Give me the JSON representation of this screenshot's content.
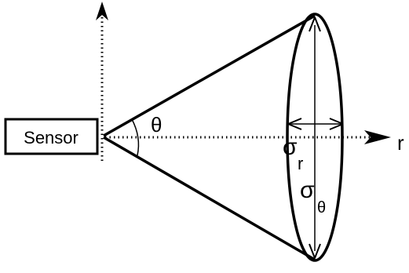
{
  "labels": {
    "sensor": "Sensor",
    "theta": "θ",
    "r_axis": "r",
    "sigma": "σ",
    "sigma_r_sub": "r",
    "sigma_theta_sub": "θ"
  },
  "colors": {
    "stroke": "#000000",
    "background": "#ffffff"
  }
}
